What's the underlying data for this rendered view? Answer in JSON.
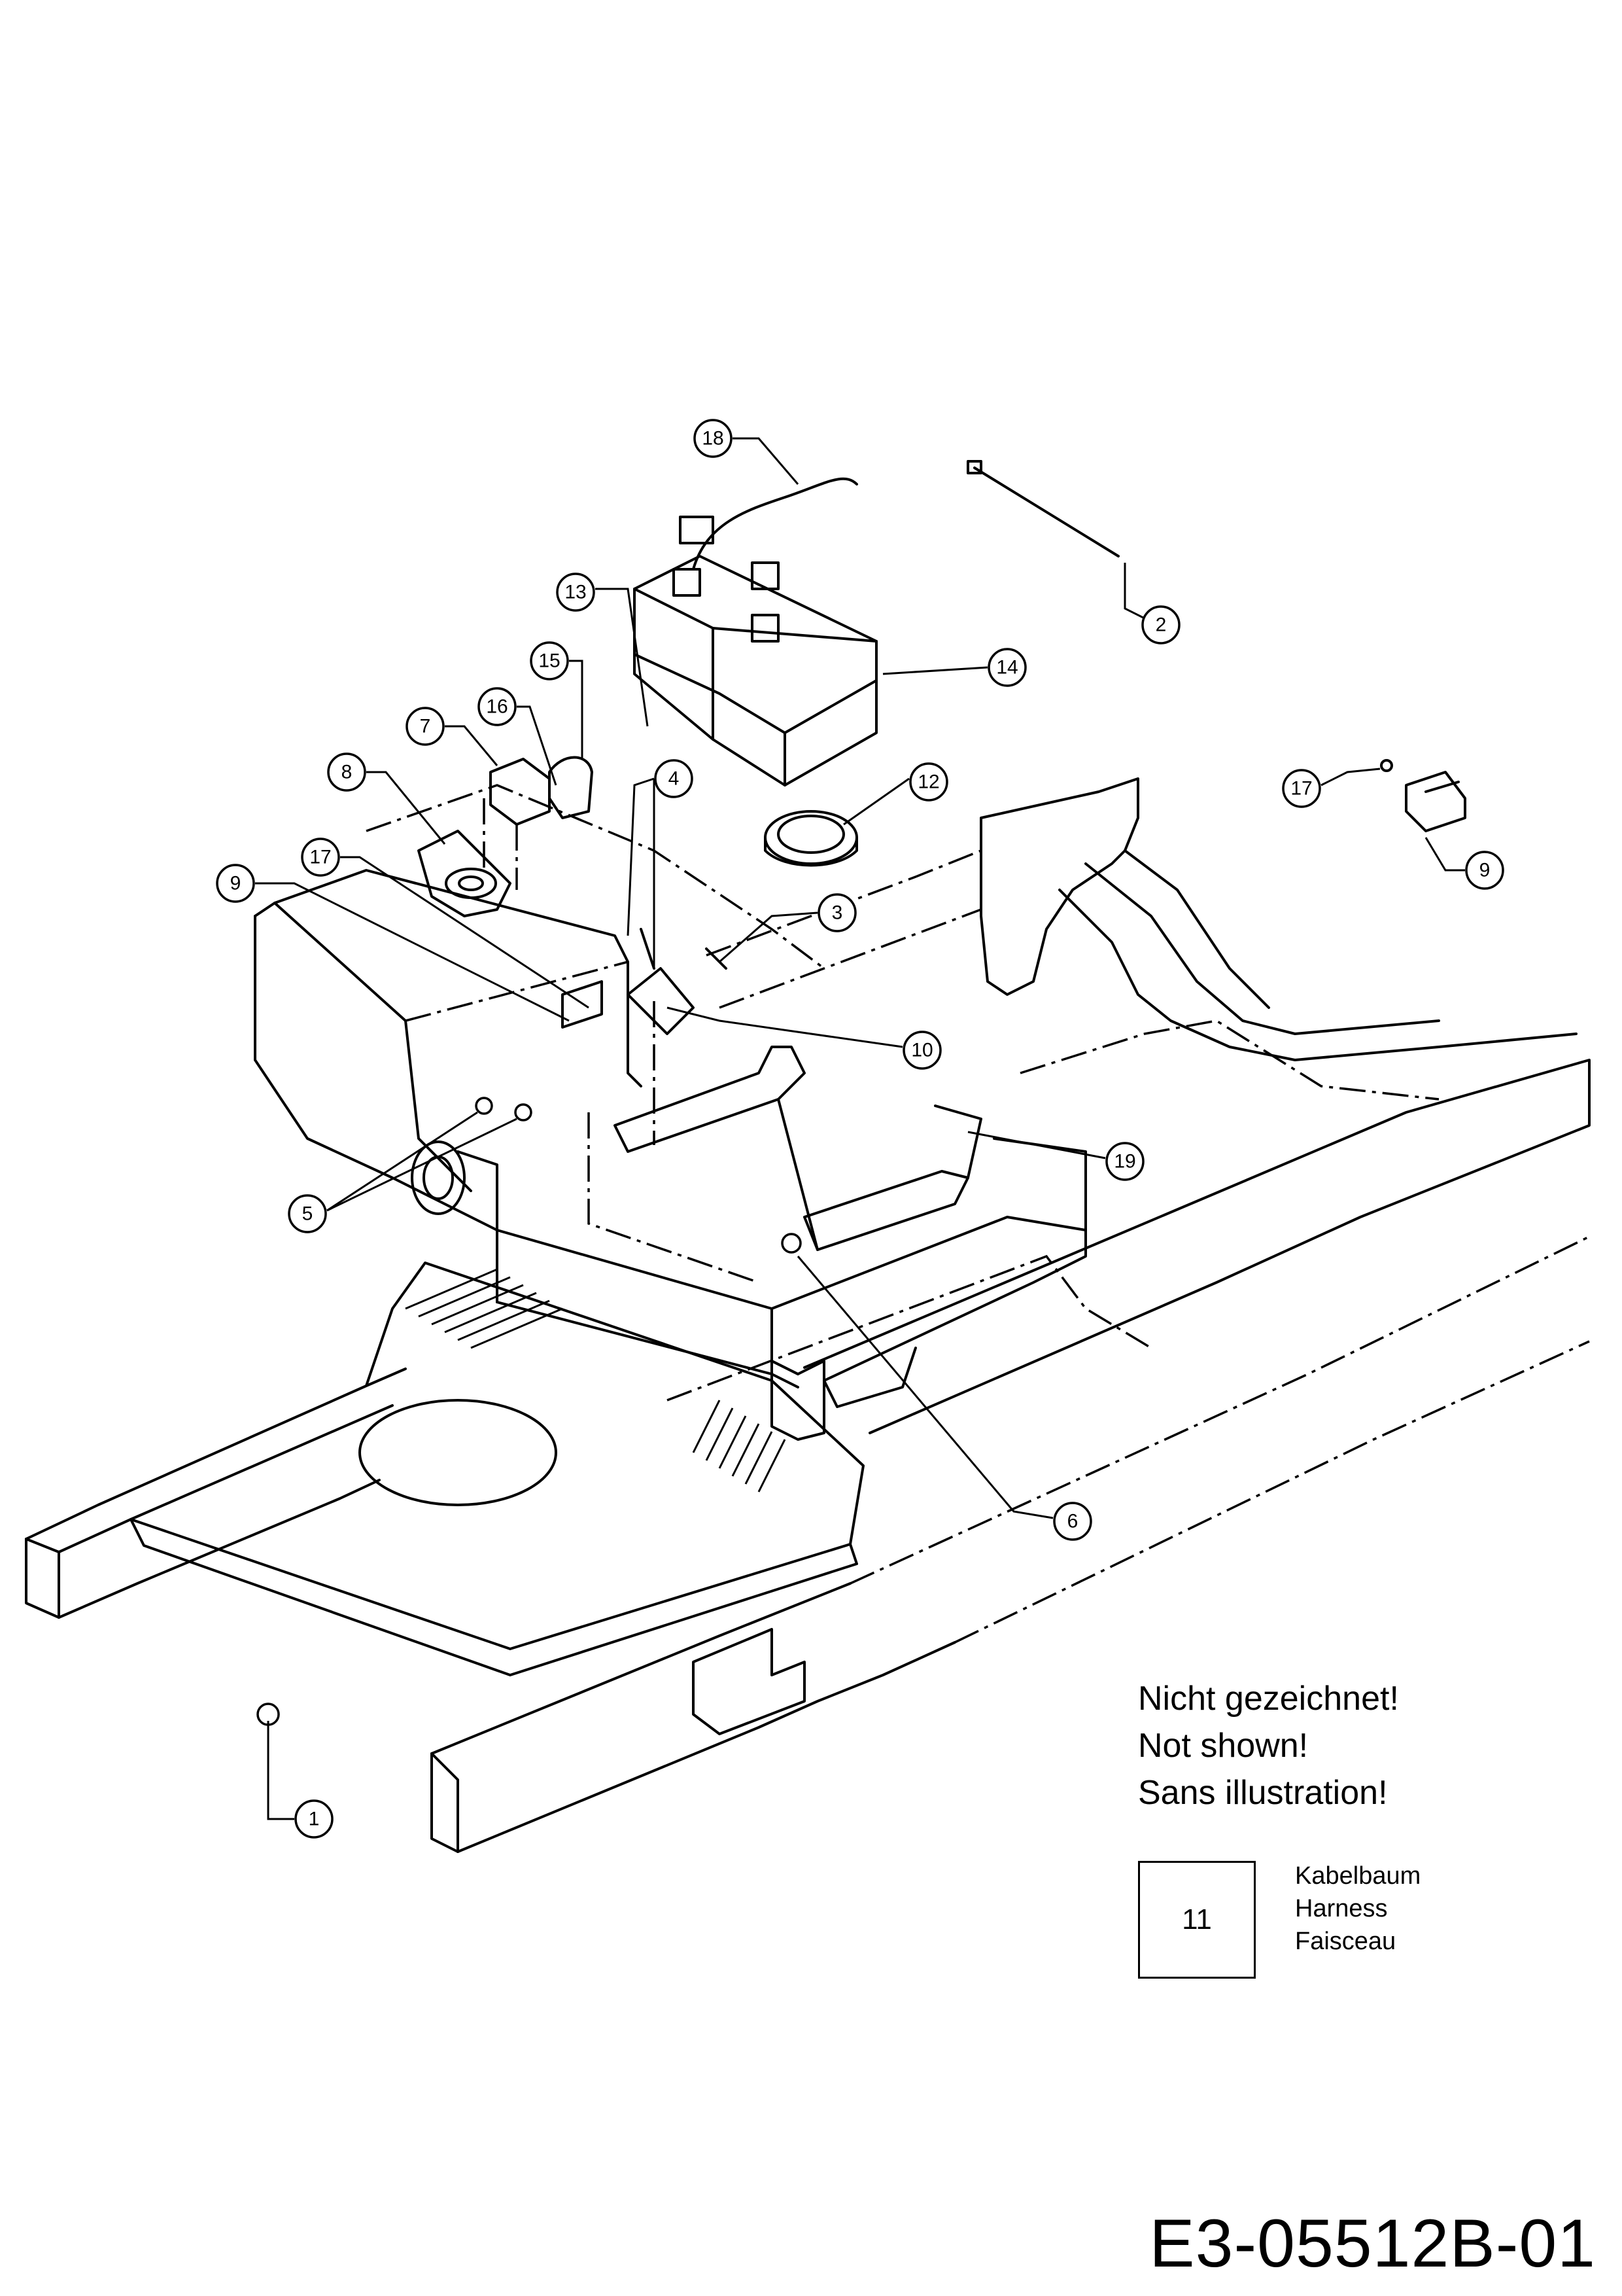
{
  "callouts": [
    "1",
    "2",
    "3",
    "4",
    "5",
    "6",
    "7",
    "8",
    "9",
    "10",
    "12",
    "13",
    "14",
    "15",
    "16",
    "17",
    "18",
    "19"
  ],
  "not_shown": {
    "line1": "Nicht gezeichnet!",
    "line2": "Not shown!",
    "line3": "Sans illustration!"
  },
  "legend": {
    "part_number": "11",
    "label_de": "Kabelbaum",
    "label_en": "Harness",
    "label_fr": "Faisceau"
  },
  "drawing_id": "E3-05512B-01"
}
